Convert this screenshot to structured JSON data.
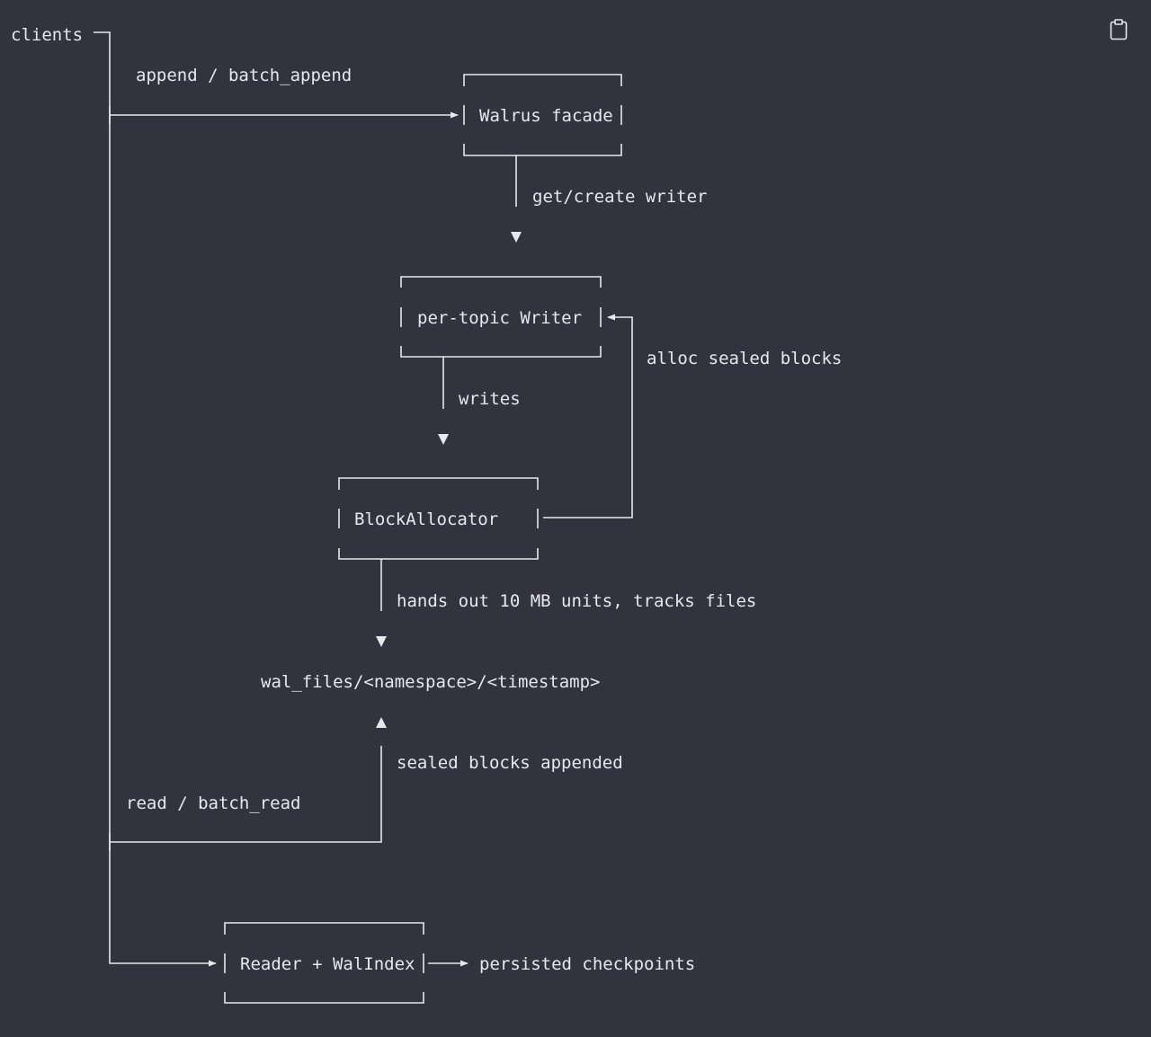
{
  "diagram": {
    "clients": "clients",
    "append_label": "append / batch_append",
    "walrus_facade": "Walrus facade",
    "get_create_writer": "get/create writer",
    "per_topic_writer": "per-topic Writer",
    "alloc_sealed_blocks": "alloc sealed blocks",
    "writes": "writes",
    "block_allocator": "BlockAllocator",
    "hands_out": "hands out 10 MB units, tracks files",
    "wal_files": "wal_files/<namespace>/<timestamp>",
    "sealed_blocks_appended": "sealed blocks appended",
    "read_label": "read / batch_read",
    "reader_walindex": "Reader + WalIndex",
    "persisted_checkpoints": "persisted checkpoints"
  },
  "toolbar": {
    "copy_icon": "clipboard-icon"
  },
  "colors": {
    "background": "#32333f",
    "foreground": "#e6e8ee"
  }
}
